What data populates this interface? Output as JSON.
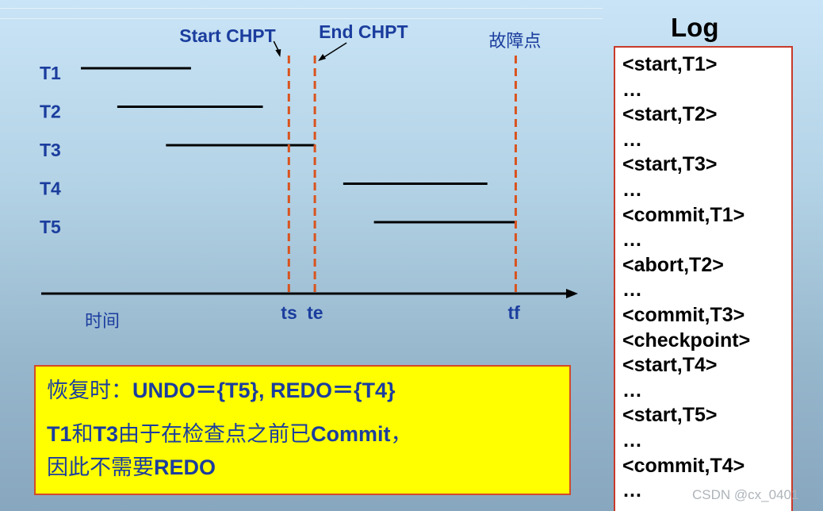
{
  "diagram": {
    "transactions": [
      {
        "label": "T1",
        "start": 0.0,
        "end": 2.33
      },
      {
        "label": "T2",
        "start": 0.77,
        "end": 3.85
      },
      {
        "label": "T3",
        "start": 1.8,
        "end": 4.95
      },
      {
        "label": "T4",
        "start": 5.55,
        "end": 8.6
      },
      {
        "label": "T5",
        "start": 6.2,
        "end": 9.2
      }
    ],
    "time_range": [
      0,
      10.4
    ],
    "time_label": "时间",
    "markers": [
      {
        "tick": "ts",
        "title": "Start CHPT",
        "pos": 4.4
      },
      {
        "tick": "te",
        "title": "End CHPT",
        "pos": 4.95
      },
      {
        "tick": "tf",
        "title": "故障点",
        "pos": 9.2
      }
    ],
    "colors": {
      "transaction": "#000000",
      "marker": "#d9531e",
      "axis": "#000000",
      "label": "#1b3d9e"
    }
  },
  "log": {
    "title": "Log",
    "entries": [
      "<start,T1>",
      "…",
      "<start,T2>",
      "…",
      "<start,T3>",
      "…",
      "<commit,T1>",
      "…",
      "<abort,T2>",
      "…",
      "<commit,T3>",
      "<checkpoint>",
      "<start,T4>",
      "…",
      "<start,T5>",
      "…",
      "<commit,T4>",
      "…"
    ]
  },
  "note": {
    "line1_prefix": "恢复时：",
    "line1_bold": "UNDO＝{T5}, REDO＝{T4}",
    "line2_b1": "T1",
    "line2_t1": "和",
    "line2_b2": "T3",
    "line2_t2": "由于在检查点之前已",
    "line2_b3": "Commit",
    "line2_t3": "，",
    "line3_t1": "因此不需要",
    "line3_b1": "REDO"
  },
  "watermark": "CSDN @cx_0401"
}
